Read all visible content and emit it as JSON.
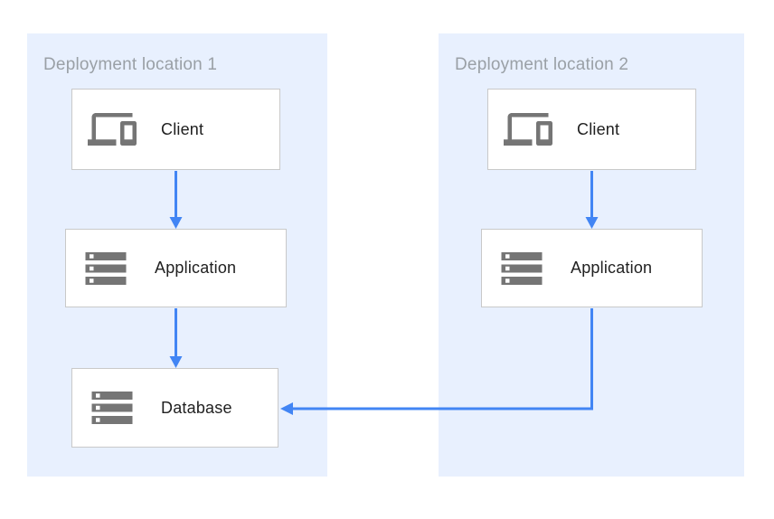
{
  "diagram": {
    "type": "architecture-diagram",
    "panels": [
      {
        "title": "Deployment location 1",
        "nodes": [
          {
            "id": "client-1",
            "label": "Client",
            "icon": "devices-icon"
          },
          {
            "id": "application-1",
            "label": "Application",
            "icon": "server-stack-icon"
          },
          {
            "id": "database-1",
            "label": "Database",
            "icon": "server-stack-icon"
          }
        ]
      },
      {
        "title": "Deployment location 2",
        "nodes": [
          {
            "id": "client-2",
            "label": "Client",
            "icon": "devices-icon"
          },
          {
            "id": "application-2",
            "label": "Application",
            "icon": "server-stack-icon"
          }
        ]
      }
    ],
    "edges": [
      {
        "from": "client-1",
        "to": "application-1"
      },
      {
        "from": "application-1",
        "to": "database-1"
      },
      {
        "from": "client-2",
        "to": "application-2"
      },
      {
        "from": "application-2",
        "to": "database-1"
      }
    ],
    "colors": {
      "panel_background": "#e8f0fe",
      "arrow": "#4285f4",
      "icon": "#757575",
      "node_border": "#c9c9c9",
      "panel_title_text": "#9aa0a6",
      "node_label_text": "#212121"
    }
  }
}
